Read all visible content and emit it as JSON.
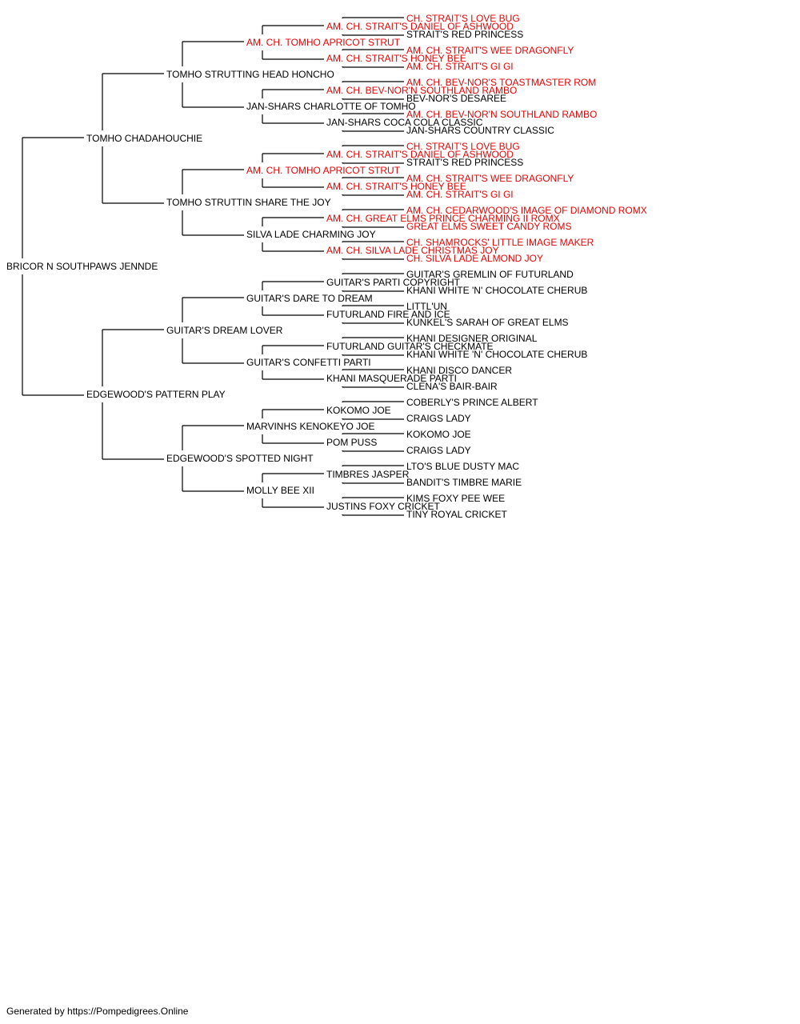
{
  "colors": {
    "champion": "#ee0000",
    "normal": "#000000",
    "line": "#000000"
  },
  "pedigree": {
    "name": "BRICOR N SOUTHPAWS JENNDE",
    "champion": false,
    "sire": {
      "name": "TOMHO CHADAHOUCHIE",
      "champion": false,
      "sire": {
        "name": "TOMHO STRUTTING HEAD HONCHO",
        "champion": false,
        "sire": {
          "name": "AM. CH. TOMHO APRICOT STRUT",
          "champion": true,
          "sire": {
            "name": "AM. CH. STRAIT'S DANIEL OF ASHWOOD",
            "champion": true,
            "sire": {
              "name": "CH. STRAIT'S LOVE BUG",
              "champion": true
            },
            "dam": {
              "name": "STRAIT'S RED PRINCESS",
              "champion": false
            }
          },
          "dam": {
            "name": "AM. CH. STRAIT'S HONEY BEE",
            "champion": true,
            "sire": {
              "name": "AM. CH. STRAIT'S WEE DRAGONFLY",
              "champion": true
            },
            "dam": {
              "name": "AM. CH. STRAIT'S GI GI",
              "champion": true
            }
          }
        },
        "dam": {
          "name": "JAN-SHARS CHARLOTTE OF TOMHO",
          "champion": false,
          "sire": {
            "name": "AM. CH. BEV-NOR'N SOUTHLAND RAMBO",
            "champion": true,
            "sire": {
              "name": "AM. CH. BEV-NOR'S TOASTMASTER ROM",
              "champion": true
            },
            "dam": {
              "name": "BEV-NOR'S DESAREE",
              "champion": false
            }
          },
          "dam": {
            "name": "JAN-SHARS COCA COLA CLASSIC",
            "champion": false,
            "sire": {
              "name": "AM. CH. BEV-NOR'N SOUTHLAND RAMBO",
              "champion": true
            },
            "dam": {
              "name": "JAN-SHARS COUNTRY CLASSIC",
              "champion": false
            }
          }
        }
      },
      "dam": {
        "name": "TOMHO STRUTTIN SHARE THE JOY",
        "champion": false,
        "sire": {
          "name": "AM. CH. TOMHO APRICOT STRUT",
          "champion": true,
          "sire": {
            "name": "AM. CH. STRAIT'S DANIEL OF ASHWOOD",
            "champion": true,
            "sire": {
              "name": "CH. STRAIT'S LOVE BUG",
              "champion": true
            },
            "dam": {
              "name": "STRAIT'S RED PRINCESS",
              "champion": false
            }
          },
          "dam": {
            "name": "AM. CH. STRAIT'S HONEY BEE",
            "champion": true,
            "sire": {
              "name": "AM. CH. STRAIT'S WEE DRAGONFLY",
              "champion": true
            },
            "dam": {
              "name": "AM. CH. STRAIT'S GI GI",
              "champion": true
            }
          }
        },
        "dam": {
          "name": "SILVA LADE CHARMING JOY",
          "champion": false,
          "sire": {
            "name": "AM. CH. GREAT ELMS PRINCE CHARMING II ROMX",
            "champion": true,
            "sire": {
              "name": "AM. CH. CEDARWOOD'S IMAGE OF DIAMOND ROMX",
              "champion": true
            },
            "dam": {
              "name": "GREAT ELMS SWEET CANDY ROMS",
              "champion": true
            }
          },
          "dam": {
            "name": "AM. CH. SILVA LADE CHRISTMAS JOY",
            "champion": true,
            "sire": {
              "name": "CH. SHAMROCKS' LITTLE IMAGE MAKER",
              "champion": true
            },
            "dam": {
              "name": "CH. SILVA LADE ALMOND JOY",
              "champion": true
            }
          }
        }
      }
    },
    "dam": {
      "name": "EDGEWOOD'S PATTERN PLAY",
      "champion": false,
      "sire": {
        "name": "GUITAR'S DREAM LOVER",
        "champion": false,
        "sire": {
          "name": "GUITAR'S DARE TO DREAM",
          "champion": false,
          "sire": {
            "name": "GUITAR'S PARTI COPYRIGHT",
            "champion": false,
            "sire": {
              "name": "GUITAR'S GREMLIN OF FUTURLAND",
              "champion": false
            },
            "dam": {
              "name": "KHANI WHITE 'N' CHOCOLATE CHERUB",
              "champion": false
            }
          },
          "dam": {
            "name": "FUTURLAND FIRE AND ICE",
            "champion": false,
            "sire": {
              "name": "LITTL'UN",
              "champion": false
            },
            "dam": {
              "name": "KUNKEL'S SARAH OF GREAT ELMS",
              "champion": false
            }
          }
        },
        "dam": {
          "name": "GUITAR'S CONFETTI PARTI",
          "champion": false,
          "sire": {
            "name": "FUTURLAND GUITAR'S CHECKMATE",
            "champion": false,
            "sire": {
              "name": "KHANI DESIGNER ORIGINAL",
              "champion": false
            },
            "dam": {
              "name": "KHANI WHITE 'N' CHOCOLATE CHERUB",
              "champion": false
            }
          },
          "dam": {
            "name": "KHANI MASQUERADE PARTI",
            "champion": false,
            "sire": {
              "name": "KHANI DISCO DANCER",
              "champion": false
            },
            "dam": {
              "name": "CLENA'S BAIR-BAIR",
              "champion": false
            }
          }
        }
      },
      "dam": {
        "name": "EDGEWOOD'S SPOTTED NIGHT",
        "champion": false,
        "sire": {
          "name": "MARVINHS KENOKEYO JOE",
          "champion": false,
          "sire": {
            "name": "KOKOMO JOE",
            "champion": false,
            "sire": {
              "name": "COBERLY'S PRINCE ALBERT",
              "champion": false
            },
            "dam": {
              "name": "CRAIGS LADY",
              "champion": false
            }
          },
          "dam": {
            "name": "POM PUSS",
            "champion": false,
            "sire": {
              "name": "KOKOMO JOE",
              "champion": false
            },
            "dam": {
              "name": "CRAIGS LADY",
              "champion": false
            }
          }
        },
        "dam": {
          "name": "MOLLY BEE XII",
          "champion": false,
          "sire": {
            "name": "TIMBRES JASPER",
            "champion": false,
            "sire": {
              "name": "LTO'S BLUE DUSTY MAC",
              "champion": false
            },
            "dam": {
              "name": "BANDIT'S TIMBRE MARIE",
              "champion": false
            }
          },
          "dam": {
            "name": "JUSTINS FOXY CRICKET",
            "champion": false,
            "sire": {
              "name": "KIMS FOXY PEE WEE",
              "champion": false
            },
            "dam": {
              "name": "TINY ROYAL CRICKET",
              "champion": false
            }
          }
        }
      }
    }
  },
  "footer": {
    "text": "Generated by https://Pompedigrees.Online"
  }
}
